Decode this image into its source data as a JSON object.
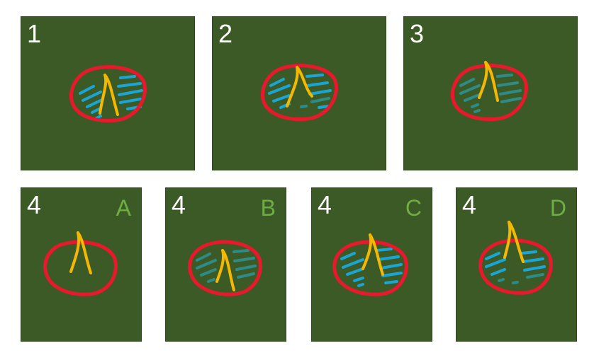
{
  "panels": {
    "p1": {
      "number": "1",
      "water": "full-bright"
    },
    "p2": {
      "number": "2",
      "water": "partial"
    },
    "p3": {
      "number": "3",
      "water": "faded"
    },
    "pA": {
      "number": "4",
      "option": "A",
      "water": "none"
    },
    "pB": {
      "number": "4",
      "option": "B",
      "water": "faded"
    },
    "pC": {
      "number": "4",
      "option": "C",
      "water": "full-bright"
    },
    "pD": {
      "number": "4",
      "option": "D",
      "water": "partial"
    }
  },
  "colors": {
    "panel_background": "#3c5a25",
    "outline": "#e8192c",
    "root": "#f5b800",
    "water_bright": "#19a6d6",
    "water_dim": "#2e8b87",
    "number_text": "#ffffff",
    "option_text": "#70ad47"
  }
}
